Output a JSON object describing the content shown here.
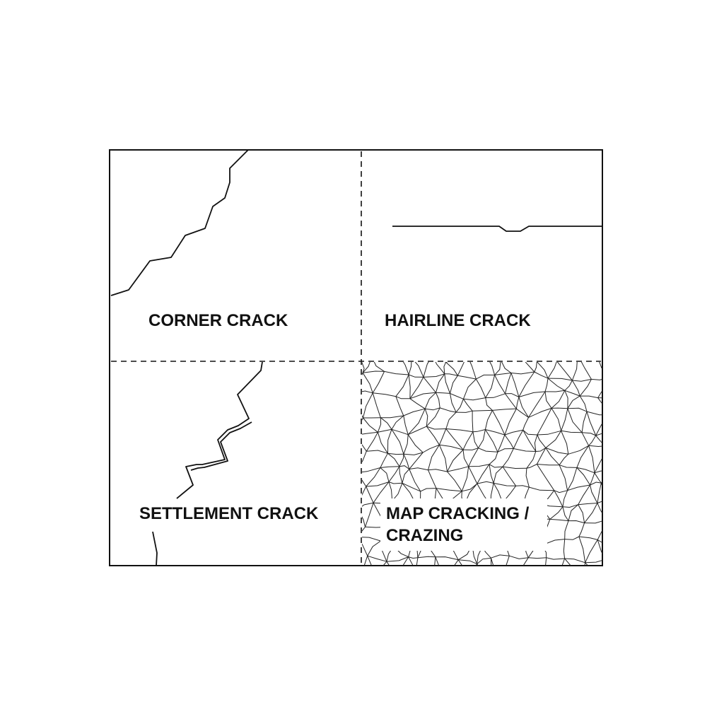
{
  "panels": {
    "corner": {
      "label": "CORNER CRACK"
    },
    "hairline": {
      "label": "HAIRLINE CRACK"
    },
    "settlement": {
      "label": "SETTLEMENT CRACK"
    },
    "map": {
      "label_line1": "MAP CRACKING /",
      "label_line2": "CRAZING"
    }
  },
  "colors": {
    "ink": "#111111",
    "background": "#ffffff"
  }
}
